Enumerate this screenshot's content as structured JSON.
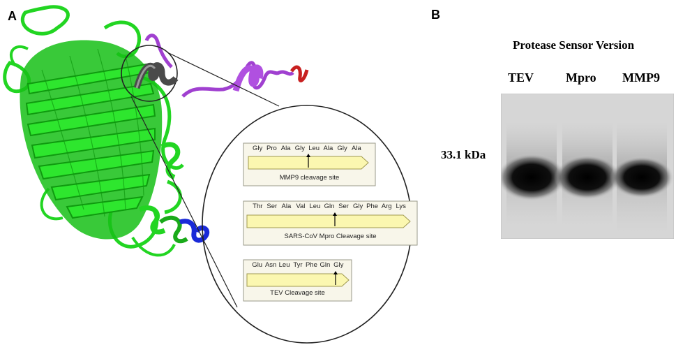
{
  "panel_a": {
    "letter": "A",
    "cleavage_sites": [
      {
        "residues": [
          "Gly",
          "Pro",
          "Ala",
          "Gly",
          "Leu",
          "Ala",
          "Gly",
          "Ala"
        ],
        "cut_after_index": 3,
        "label": "MMP9 cleavage site"
      },
      {
        "residues": [
          "Thr",
          "Ser",
          "Ala",
          "Val",
          "Leu",
          "Gln",
          "Ser",
          "Gly",
          "Phe",
          "Arg",
          "Lys"
        ],
        "cut_after_index": 5,
        "label": "SARS-CoV Mpro Cleavage site"
      },
      {
        "residues": [
          "Glu",
          "Asn",
          "Leu",
          "Tyr",
          "Phe",
          "Gln",
          "Gly"
        ],
        "cut_after_index": 5,
        "label": "TEV Cleavage site"
      }
    ],
    "colors": {
      "barrel": "#22d522",
      "barrel_dark": "#0f9a0f",
      "linker_helix": "#4a4a4a",
      "linker": "#a040d0",
      "c_terminus": "#c82020",
      "n_terminus": "#1a2ad8",
      "arrow_fill": "#fbf7b0",
      "arrow_stroke": "#a09a50"
    }
  },
  "panel_b": {
    "letter": "B",
    "title": "Protease Sensor Version",
    "lanes": [
      "TEV",
      "Mpro",
      "MMP9"
    ],
    "marker": "33.1 kDa"
  }
}
